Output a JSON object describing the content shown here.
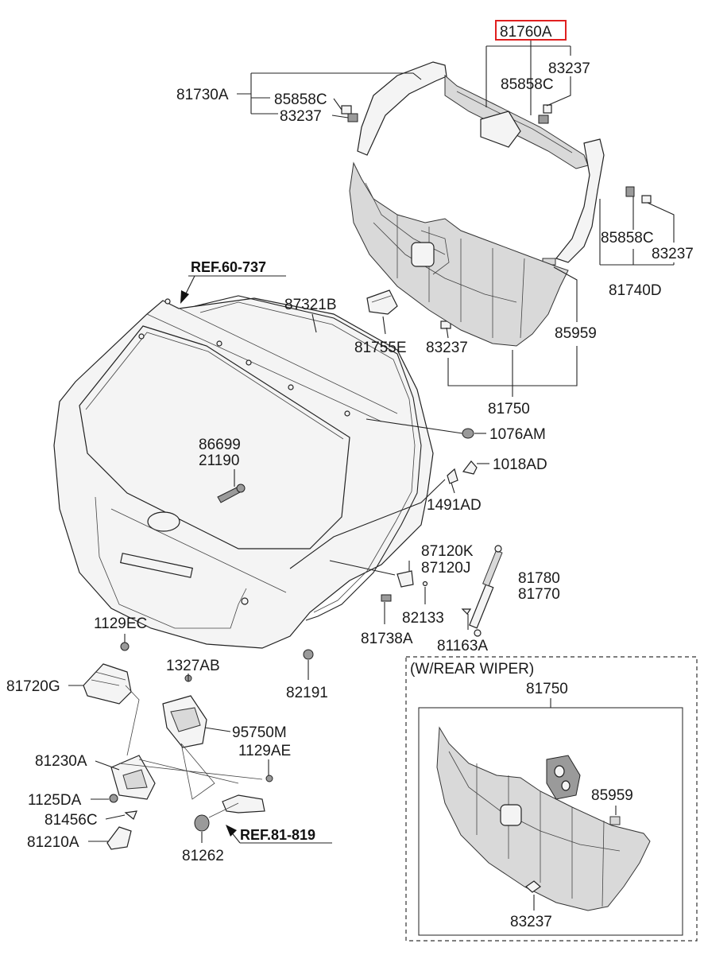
{
  "labels": {
    "p81760A": "81760A",
    "p83237_a": "83237",
    "p85858C_a": "85858C",
    "p81730A": "81730A",
    "p85858C_b": "85858C",
    "p83237_b": "83237",
    "p85858C_c": "85858C",
    "p83237_c": "83237",
    "p81740D": "81740D",
    "ref60737": "REF.60-737",
    "p87321B": "87321B",
    "p81755E": "81755E",
    "p83237_d": "83237",
    "p85959_a": "85959",
    "p81750_a": "81750",
    "p1076AM": "1076AM",
    "p86699": "86699",
    "p21190": "21190",
    "p1018AD": "1018AD",
    "p1491AD": "1491AD",
    "p87120K": "87120K",
    "p87120J": "87120J",
    "p81780": "81780",
    "p81770": "81770",
    "p82133": "82133",
    "p81738A": "81738A",
    "p81163A": "81163A",
    "p1129EC": "1129EC",
    "p82191": "82191",
    "p1327AB": "1327AB",
    "p81720G": "81720G",
    "p95750M": "95750M",
    "p1129AE": "1129AE",
    "p81230A": "81230A",
    "p1125DA": "1125DA",
    "p81456C": "81456C",
    "ref81819": "REF.81-819",
    "p81210A": "81210A",
    "p81262": "81262",
    "wiper_box_title": "(W/REAR WIPER)",
    "p81750_b": "81750",
    "p85959_b": "85959",
    "p83237_e": "83237"
  },
  "colors": {
    "highlight_box": "#e02020",
    "line": "#222222"
  }
}
